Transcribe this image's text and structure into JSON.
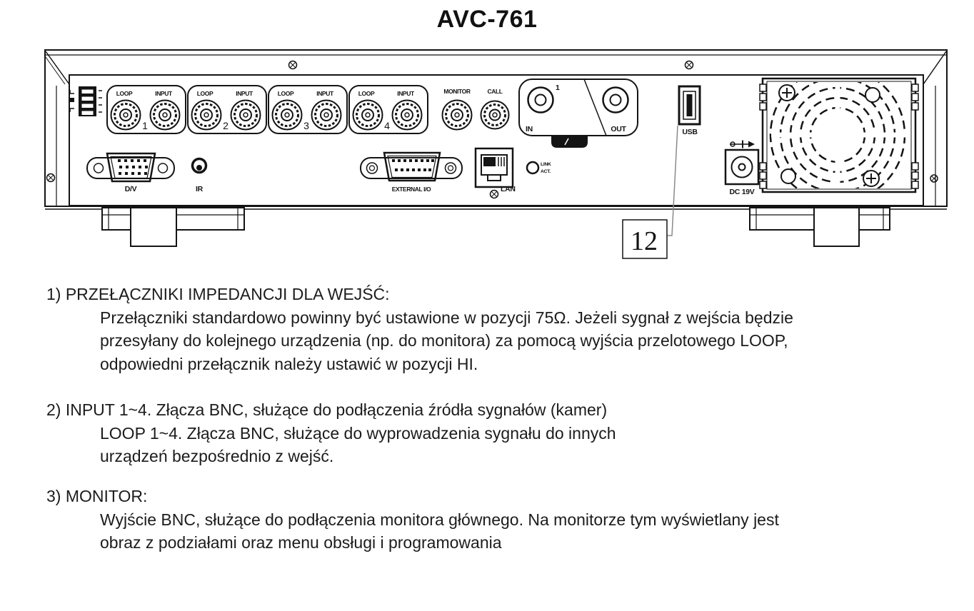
{
  "title": "AVC-761",
  "panel": {
    "bnc_groups": [
      {
        "loop_label": "LOOP",
        "input_label": "INPUT",
        "number": "1"
      },
      {
        "loop_label": "LOOP",
        "input_label": "INPUT",
        "number": "2"
      },
      {
        "loop_label": "LOOP",
        "input_label": "INPUT",
        "number": "3"
      },
      {
        "loop_label": "LOOP",
        "input_label": "INPUT",
        "number": "4"
      }
    ],
    "monitor_label": "MONITOR",
    "call_label": "CALL",
    "audio": {
      "channel_number": "1",
      "in_label": "IN",
      "out_label": "OUT"
    },
    "usb_label": "USB",
    "dv_label": "D/V",
    "ir_label": "IR",
    "external_io_label": "EXTERNAL I/O",
    "lan_label": "LAN",
    "led_labels": {
      "link": "LINK",
      "act": "ACT."
    },
    "dc_label": "DC 19V",
    "callout_number": "12"
  },
  "description": {
    "item1": {
      "heading": "1) PRZEŁĄCZNIKI IMPEDANCJI DLA WEJŚĆ:",
      "lines": [
        "Przełączniki standardowo powinny być ustawione w pozycji 75Ω. Jeżeli sygnał z wejścia będzie",
        "przesyłany do kolejnego urządzenia (np. do monitora) za pomocą wyjścia przelotowego LOOP,",
        "odpowiedni przełącznik należy ustawić w pozycji HI."
      ]
    },
    "item2": {
      "heading": "2) INPUT 1~4. Złącza BNC, służące do podłączenia źródła sygnałów (kamer)",
      "lines": [
        "LOOP 1~4. Złącza BNC, służące do wyprowadzenia sygnału do innych",
        "urządzeń bezpośrednio z wejść."
      ]
    },
    "item3": {
      "heading": "3) MONITOR:",
      "lines": [
        "Wyjście BNC, służące do podłączenia monitora głównego. Na monitorze tym wyświetlany jest",
        "obraz z podziałami oraz menu obsługi i programowania"
      ]
    }
  }
}
